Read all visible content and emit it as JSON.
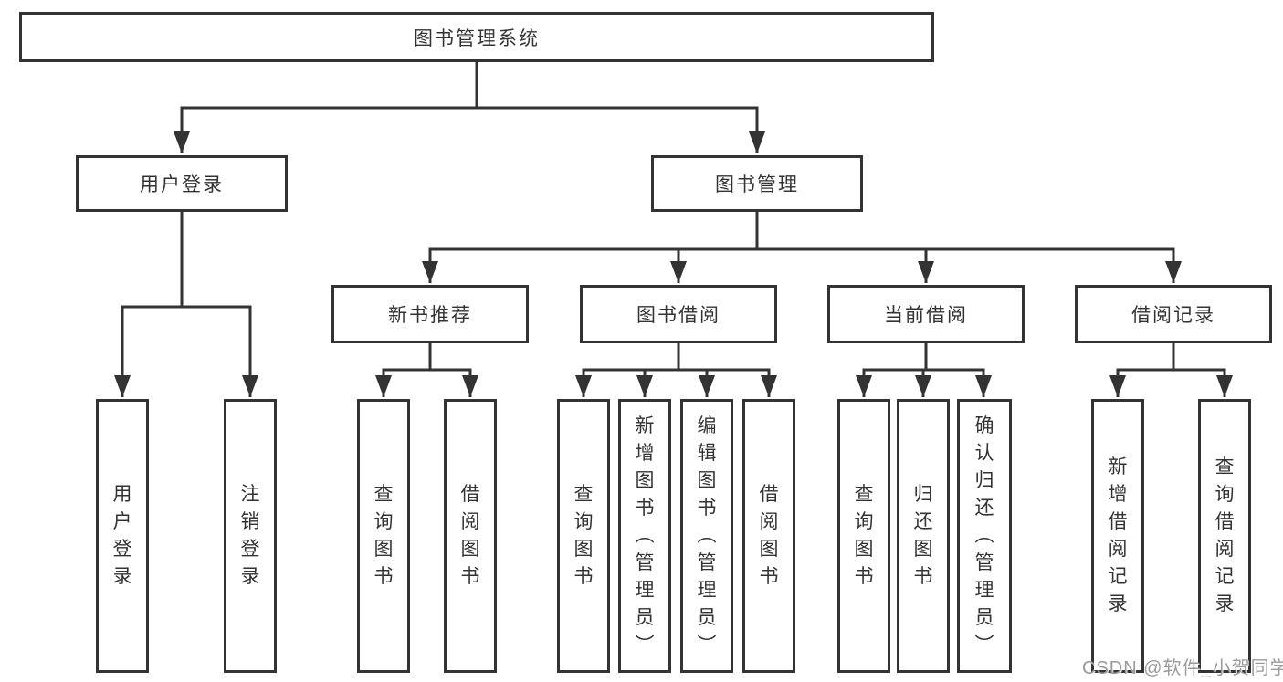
{
  "watermark": {
    "text": "CSDN @软件_小贺同学"
  },
  "diagram": {
    "root": {
      "label": "图书管理系统",
      "children": [
        {
          "label": "用户登录",
          "children": [
            {
              "label": "用户登录"
            },
            {
              "label": "注销登录"
            }
          ]
        },
        {
          "label": "图书管理",
          "children": [
            {
              "label": "新书推荐",
              "children": [
                {
                  "label": "查询图书"
                },
                {
                  "label": "借阅图书"
                }
              ]
            },
            {
              "label": "图书借阅",
              "children": [
                {
                  "label": "查询图书"
                },
                {
                  "label": "新增图书（管理员）"
                },
                {
                  "label": "编辑图书（管理员）"
                },
                {
                  "label": "借阅图书"
                }
              ]
            },
            {
              "label": "当前借阅",
              "children": [
                {
                  "label": "查询图书"
                },
                {
                  "label": "归还图书"
                },
                {
                  "label": "确认归还（管理员）"
                }
              ]
            },
            {
              "label": "借阅记录",
              "children": [
                {
                  "label": "新增借阅记录"
                },
                {
                  "label": "查询借阅记录"
                }
              ]
            }
          ]
        }
      ]
    }
  },
  "colors": {
    "line": "#333333",
    "text": "#333333",
    "background": "#ffffff",
    "watermark": "#9a9a9a"
  }
}
